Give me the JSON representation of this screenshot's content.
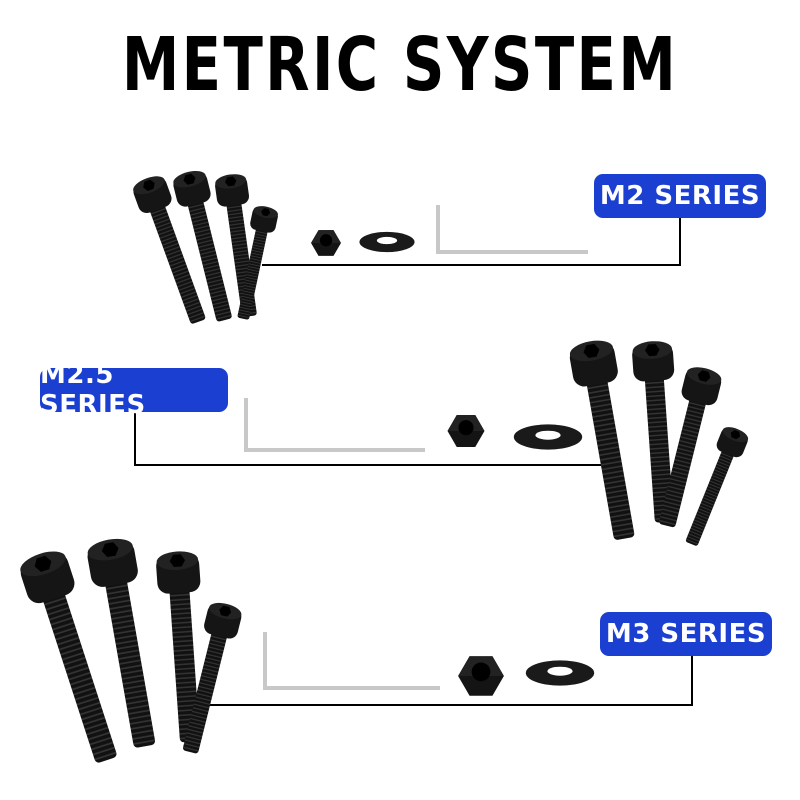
{
  "title": "METRIC SYSTEM",
  "colors": {
    "accent": "#1a3fd1",
    "hardware": "#0d0d0d",
    "line": "#000000"
  },
  "series": [
    {
      "label": "M2 SERIES"
    },
    {
      "label": "M2.5 SERIES"
    },
    {
      "label": "M3 SERIES"
    }
  ]
}
